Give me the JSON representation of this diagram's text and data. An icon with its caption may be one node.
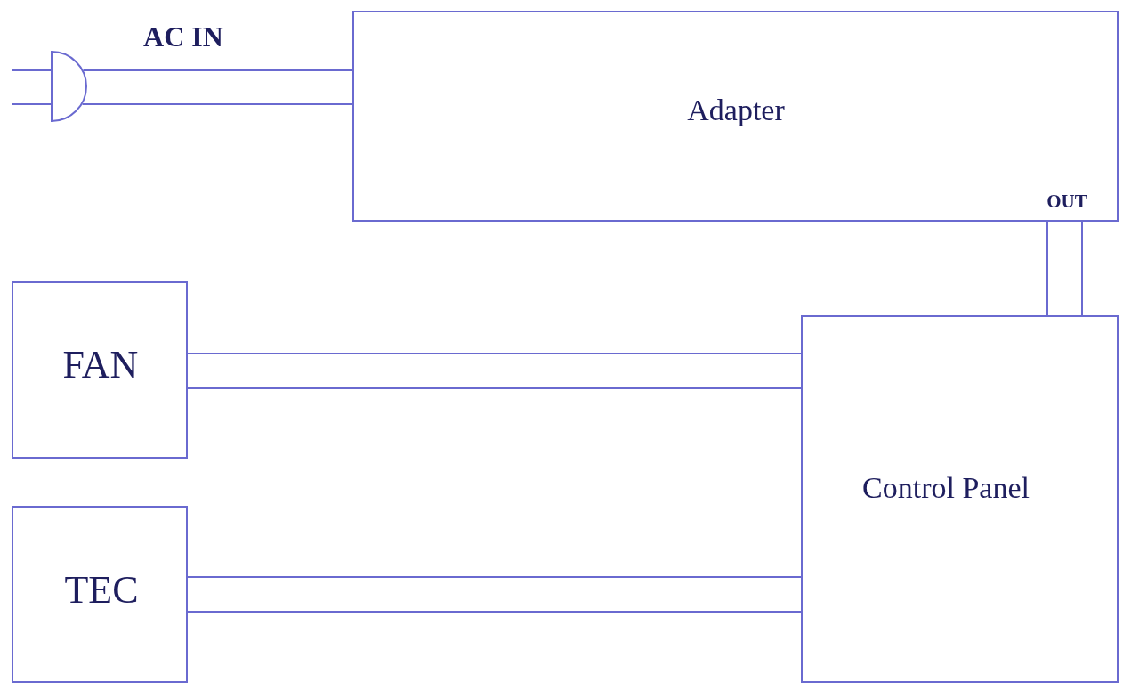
{
  "diagram": {
    "nodes": [
      {
        "text": [],
        "shape": "plug"
      },
      {
        "text": [
          "Adapter",
          "OUT"
        ]
      },
      {
        "text": [
          "FAN"
        ]
      },
      {
        "text": [
          "TEC"
        ]
      },
      {
        "text": [
          "Control Panel"
        ]
      }
    ],
    "edges": [
      {
        "from": null,
        "to": 0,
        "arrow": "none"
      },
      {
        "from": null,
        "to": 0,
        "arrow": "none"
      },
      {
        "from": 0,
        "to": 1,
        "arrow": "none",
        "label": "AC IN"
      },
      {
        "from": 0,
        "to": 1,
        "arrow": "none"
      },
      {
        "from": 1,
        "to": 4,
        "arrow": "none"
      },
      {
        "from": 1,
        "to": 4,
        "arrow": "none"
      },
      {
        "from": 2,
        "to": 4,
        "arrow": "none"
      },
      {
        "from": 2,
        "to": 4,
        "arrow": "none"
      },
      {
        "from": 3,
        "to": 4,
        "arrow": "none"
      },
      {
        "from": 3,
        "to": 4,
        "arrow": "none"
      }
    ]
  }
}
